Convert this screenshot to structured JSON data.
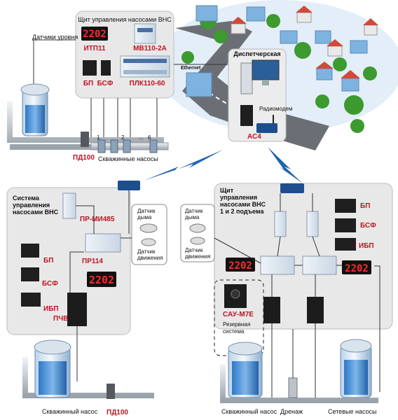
{
  "top_panel": {
    "title": "Щит управления насосами ВНС",
    "display_value": "2202",
    "itp_label": "ИТП11",
    "mv_label": "МВ110-2А",
    "bp_label": "БП",
    "bsf_label": "БСФ",
    "plk_label": "ПЛК110-60"
  },
  "level_sensors_label": "Датчики уровня",
  "pd100_top": "ПД100",
  "well_pumps_label": "Скважинные насосы",
  "pump_numbers": [
    "1",
    "2",
    "6"
  ],
  "pump_dots": "...",
  "ethernet_label": "Ethernet",
  "dispatcher": {
    "title": "Диспетчерская",
    "radiomodem_label": "Радиомодем",
    "ac4_label": "АС4"
  },
  "left_panel": {
    "title_lines": [
      "Система",
      "управления",
      "насосами ВНС"
    ],
    "pr_mi_label": "ПР-МИ485",
    "pr114_label": "ПР114",
    "bp_label": "БП",
    "bsf_label": "БСФ",
    "ibp_label": "ИБП",
    "pchv_label": "ПЧВ",
    "display_value": "2202",
    "smoke_label_lines": [
      "Датчик",
      "дыма"
    ],
    "motion_label_lines": [
      "Датчик",
      "движения"
    ]
  },
  "left_bottom": {
    "pump_label": "Скважинный насос",
    "pd100_label": "ПД100"
  },
  "right_panel": {
    "title_lines": [
      "Щит",
      "управления",
      "насосами ВНС",
      "1 и 2 подъема"
    ],
    "smoke_label_lines": [
      "Датчик",
      "дыма"
    ],
    "motion_label_lines": [
      "Датчик",
      "движения"
    ],
    "bp_label": "БП",
    "bsf_label": "БСФ",
    "ibp_label": "ИБП",
    "display_value": "2202",
    "sau_label": "САУ-М7Е",
    "reserve_lines": [
      "Резервная",
      "система"
    ]
  },
  "right_bottom": {
    "well_pump_label": "Скважинный насос",
    "drain_label": "Дренаж",
    "network_pumps_label": "Сетевые насосы"
  }
}
